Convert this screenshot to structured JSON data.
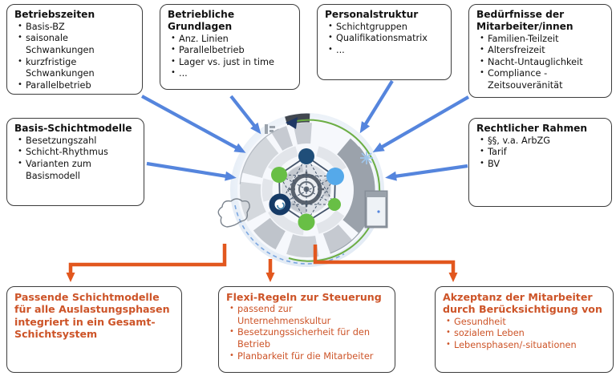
{
  "diagram": {
    "inputs": [
      {
        "title": "Betriebszeiten",
        "items": [
          "Basis-BZ",
          "saisonale Schwankungen",
          "kurzfristige Schwankungen",
          "Parallelbetrieb"
        ]
      },
      {
        "title": "Betriebliche Grundlagen",
        "items": [
          "Anz. Linien",
          "Parallelbetrieb",
          "Lager vs. just in time",
          "..."
        ]
      },
      {
        "title": "Personalstruktur",
        "items": [
          "Schichtgruppen",
          "Qualifikationsmatrix",
          "..."
        ]
      },
      {
        "title": "Bedürfnisse der Mitarbeiter/innen",
        "items": [
          "Familien-Teilzeit",
          "Altersfreizeit",
          "Nacht-Untauglichkeit",
          "Compliance - Zeitsouveränität"
        ]
      },
      {
        "title": "Basis-Schichtmodelle",
        "items": [
          "Besetzungszahl",
          "Schicht-Rhythmus",
          "Varianten zum Basismodell"
        ]
      },
      {
        "title": "Rechtlicher Rahmen",
        "items": [
          "§§, v.a. ArbZG",
          "Tarif",
          "BV"
        ]
      }
    ],
    "outputs": [
      {
        "title": "Passende Schichtmodelle für alle Auslastungsphasen integriert in ein Gesamt-Schichtsystem",
        "items": []
      },
      {
        "title": "Flexi-Regeln zur Steuerung",
        "items": [
          "passend zur Unternehmenskultur",
          "Besetzungssicherheit für den Betrieb",
          "Planbarkeit für die Mitarbeiter"
        ]
      },
      {
        "title": "Akzeptanz der Mitarbeiter durch Berücksichtigung von",
        "items": [
          "Gesundheit",
          "sozialem Leben",
          "Lebensphasen/-situationen"
        ]
      }
    ],
    "center_graphic": "shift-system-wheel",
    "colors": {
      "input_arrow_blue": "#5585dd",
      "output_arrow_orange": "#e2571e",
      "output_text_orange": "#cd5428",
      "box_border": "#3c3c3c",
      "cycle_green": "#6cae44",
      "node_navy": "#1f4e79",
      "node_blue": "#55a9ea",
      "node_green": "#68bf45"
    }
  }
}
